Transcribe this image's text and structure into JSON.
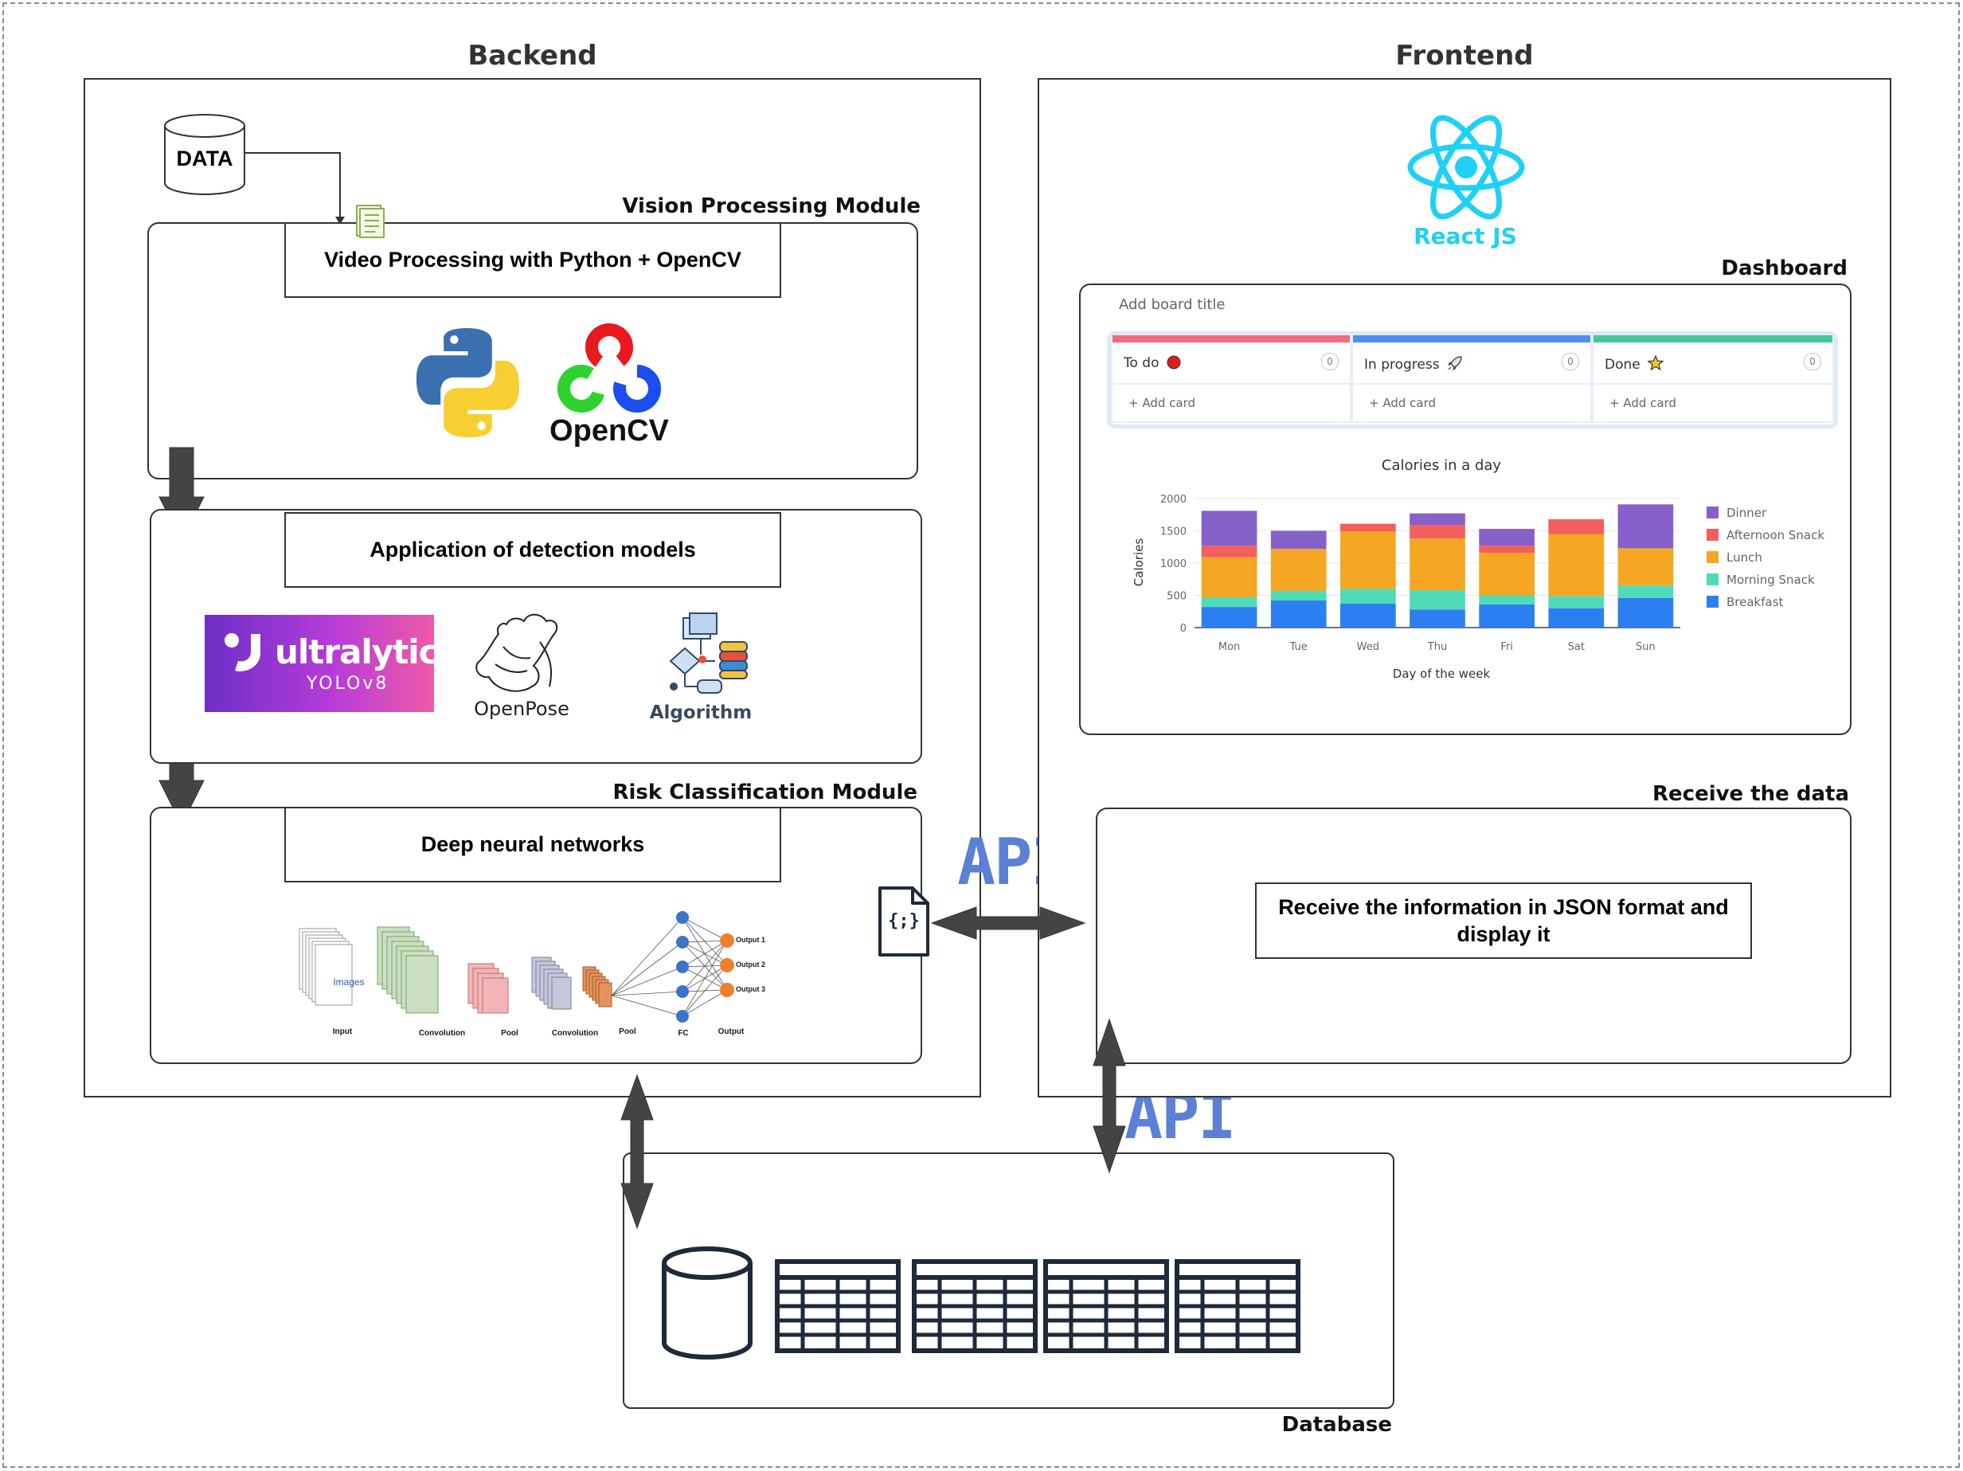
{
  "backend": {
    "title": "Backend",
    "data_label": "DATA",
    "vision_module": "Vision Processing Module",
    "video_processing": "Video Processing with Python + OpenCV",
    "opencv_label": "OpenCV",
    "detection_title": "Application of detection models",
    "ultralytics": "ultralytics",
    "yolo": "YOLOv8",
    "openpose": "OpenPose",
    "algorithm": "Algorithm",
    "risk_module": "Risk Classification Module",
    "dnn_title": "Deep neural networks",
    "nn": {
      "images": "Images",
      "labels": [
        "Input",
        "Convolution",
        "Pool",
        "Convolution",
        "Pool",
        "FC",
        "Output"
      ],
      "outputs": [
        "Output 1",
        "Output 2",
        "Output 3"
      ]
    }
  },
  "api_top": "API",
  "api_bottom": "API",
  "json_glyph": "{;}",
  "frontend": {
    "title": "Frontend",
    "react_label": "React JS",
    "dashboard_label": "Dashboard",
    "board_title_placeholder": "Add board title",
    "columns": [
      {
        "name": "To do",
        "count": "0",
        "add": "+  Add card",
        "color": "#f06b7c",
        "emoji": "red-circle-icon"
      },
      {
        "name": "In progress",
        "count": "0",
        "add": "+  Add card",
        "color": "#4e8ef2",
        "emoji": "rocket-icon"
      },
      {
        "name": "Done",
        "count": "0",
        "add": "+  Add card",
        "color": "#3fc99a",
        "emoji": "star-icon"
      }
    ],
    "receive_label": "Receive the data",
    "receive_text": "Receive the information in JSON format and display it"
  },
  "database_label": "Database",
  "chart_data": {
    "type": "bar",
    "stacked": true,
    "title": "Calories in a day",
    "xlabel": "Day of the week",
    "ylabel": "Calories",
    "ylim": [
      0,
      2000
    ],
    "yticks": [
      0,
      500,
      1000,
      1500,
      2000
    ],
    "categories": [
      "Mon",
      "Tue",
      "Wed",
      "Thu",
      "Fri",
      "Sat",
      "Sun"
    ],
    "series": [
      {
        "name": "Breakfast",
        "color": "#2b7ff0",
        "values": [
          320,
          420,
          370,
          280,
          360,
          300,
          460
        ]
      },
      {
        "name": "Morning Snack",
        "color": "#4fdbb8",
        "values": [
          150,
          150,
          230,
          300,
          140,
          190,
          190
        ]
      },
      {
        "name": "Lunch",
        "color": "#f5a623",
        "values": [
          620,
          650,
          890,
          800,
          660,
          960,
          580
        ]
      },
      {
        "name": "Afternoon Snack",
        "color": "#f25f5c",
        "values": [
          180,
          0,
          120,
          210,
          110,
          230,
          0
        ]
      },
      {
        "name": "Dinner",
        "color": "#8661c9",
        "values": [
          540,
          280,
          0,
          180,
          260,
          0,
          680
        ]
      }
    ],
    "legend_position": "right"
  }
}
